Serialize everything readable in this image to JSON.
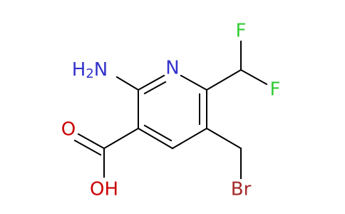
{
  "molecule": {
    "atoms": {
      "amino": {
        "label": "H",
        "sub": "2",
        "tail": "N",
        "color": "#3333cc"
      },
      "ring_nitrogen": {
        "label": "N",
        "color": "#3333cc"
      },
      "fluorine_top": {
        "label": "F",
        "color": "#33cc33"
      },
      "fluorine_right": {
        "label": "F",
        "color": "#33cc33"
      },
      "carbonyl_oxygen": {
        "label": "O",
        "color": "#cc0000"
      },
      "hydroxyl": {
        "label": "OH",
        "color": "#cc0000"
      },
      "bromine": {
        "label": "Br",
        "color": "#a52a2a"
      }
    }
  }
}
